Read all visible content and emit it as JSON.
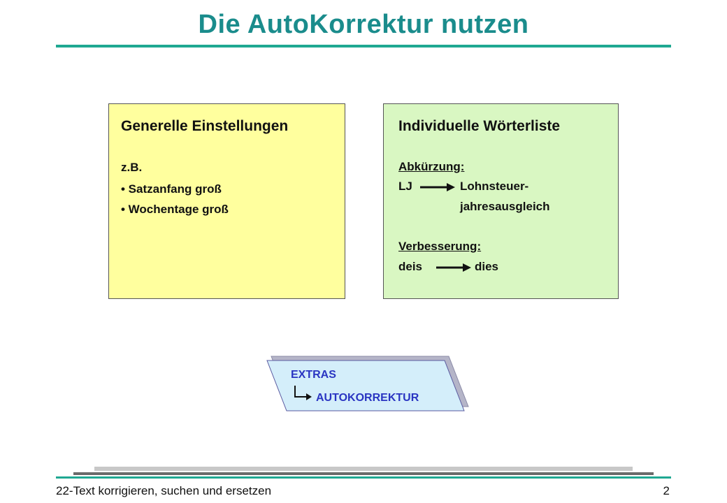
{
  "slide": {
    "title": "Die AutoKorrektur nutzen"
  },
  "left_box": {
    "heading": "Generelle Einstellungen",
    "intro": "z.B.",
    "items": [
      "• Satzanfang groß",
      "• Wochentage groß"
    ]
  },
  "right_box": {
    "heading": "Individuelle Wörterliste",
    "abbr_label": "Abkürzung:",
    "abbr_from": "LJ",
    "abbr_to_line1": "Lohnsteuer-",
    "abbr_to_line2": "jahresausgleich",
    "corr_label": "Verbesserung:",
    "corr_from": "deis",
    "corr_to": "dies"
  },
  "menu_path": {
    "menu": "EXTRAS",
    "item": "AUTOKORREKTUR",
    "color": "#2a35c2",
    "fill": "#d4eefa"
  },
  "footer": {
    "chapter": "22-Text korrigieren, suchen und ersetzen",
    "page_number": "2"
  },
  "colors": {
    "title": "#1a8c8c",
    "rule": "#1fa892",
    "left_box_fill": "#ffff9e",
    "right_box_fill": "#d9f7c2"
  }
}
